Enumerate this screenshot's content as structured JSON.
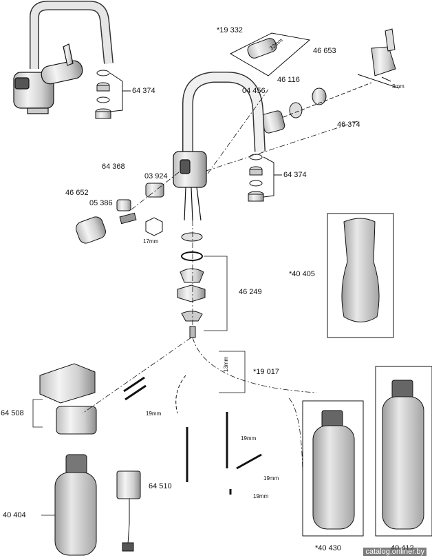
{
  "part_labels": {
    "p19332": "*19 332",
    "p46653": "46 653",
    "p64374_top": "64 374",
    "p46116": "46 116",
    "p04456": "04 456",
    "p46374": "46 374",
    "p64368": "64 368",
    "p03924": "03 924",
    "p64374_right": "64 374",
    "p46652": "46 652",
    "p05386": "05 386",
    "p40405": "*40 405",
    "p46249": "46 249",
    "p19017": "*19 017",
    "p64508": "64 508",
    "p64510": "64 510",
    "p40404": "40 404",
    "p40430": "*40 430",
    "p40412": "40 412"
  },
  "dimension_labels": {
    "d32": "32mm",
    "d3": "3mm",
    "d17": "17mm",
    "d13": "13mm",
    "d19a": "19mm",
    "d19b": "19mm",
    "d19c": "19mm",
    "d19d": "19mm"
  },
  "watermark": "catalog.onliner.by",
  "colors": {
    "line": "#111111",
    "fill_light": "#f2f2f2",
    "fill_mid": "#d6d6d6",
    "fill_dark": "#9a9a9a"
  }
}
